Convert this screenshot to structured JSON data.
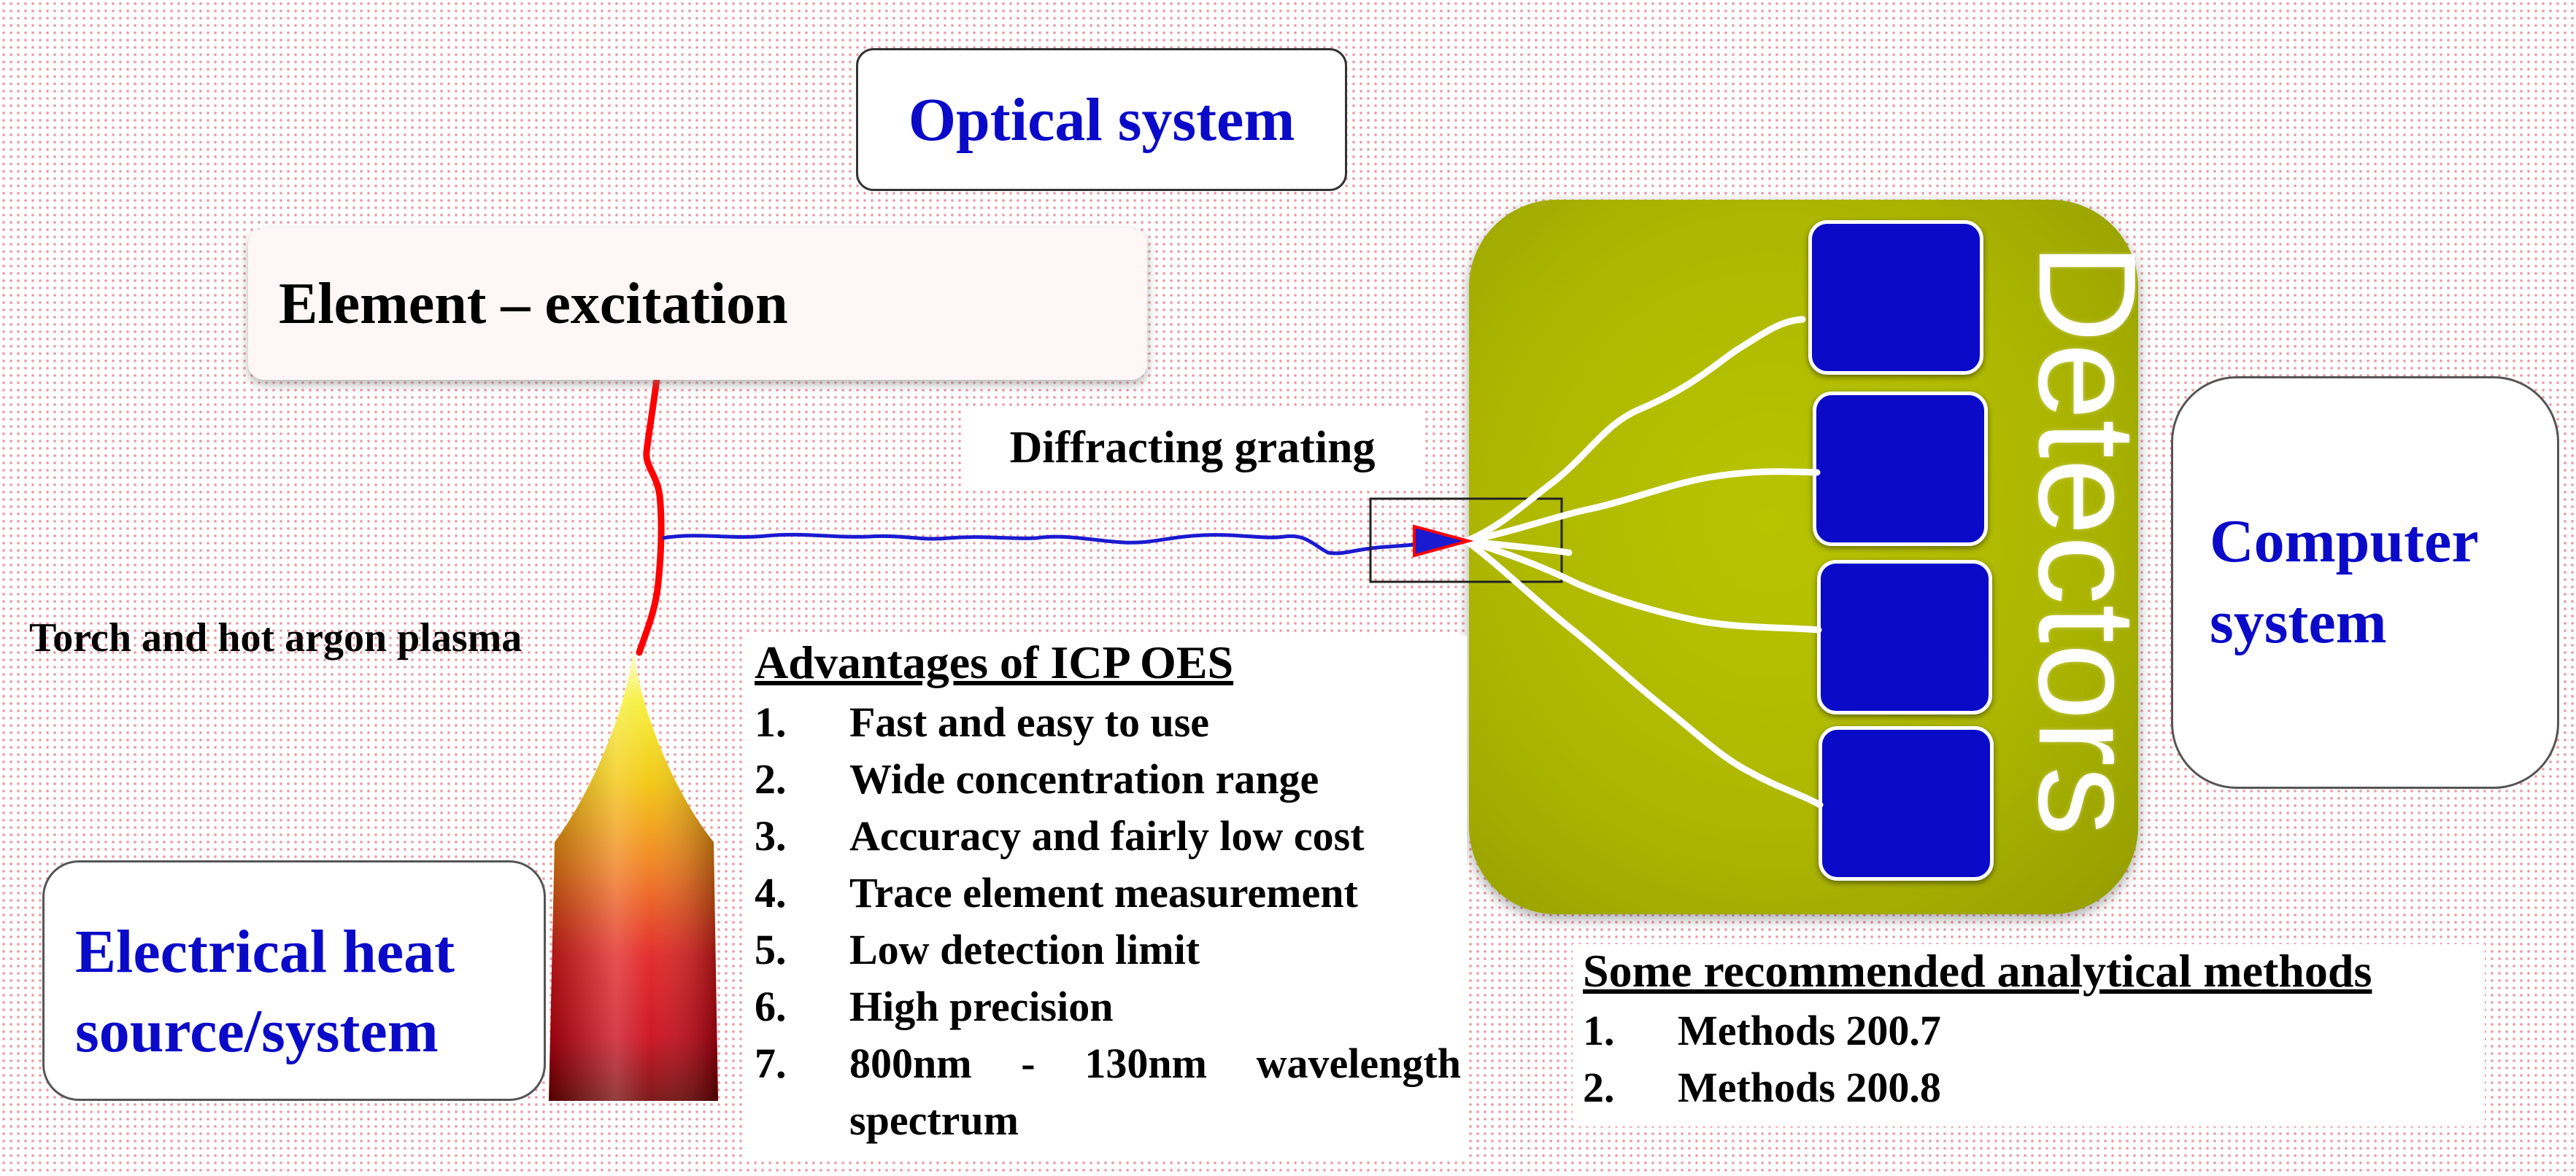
{
  "labels": {
    "optical_system": "Optical system",
    "element_excitation": "Element – excitation",
    "diffracting_grating": "Diffracting grating",
    "torch": "Torch and hot argon plasma",
    "detectors": "Detectors",
    "computer_system": "Computer system",
    "electrical_source": "Electrical heat source/system"
  },
  "advantages": {
    "title": "Advantages of ICP OES",
    "items": [
      {
        "num": "1.",
        "text": "Fast and easy to use"
      },
      {
        "num": "2.",
        "text": "Wide concentration range"
      },
      {
        "num": "3.",
        "text": "Accuracy and fairly low cost"
      },
      {
        "num": "4.",
        "text": "Trace element measurement"
      },
      {
        "num": "5.",
        "text": "Low detection limit"
      },
      {
        "num": "6.",
        "text": "High precision"
      },
      {
        "num": "7.",
        "text": "800nm - 130nm wavelength spectrum"
      }
    ]
  },
  "methods": {
    "title": "Some recommended analytical methods",
    "items": [
      {
        "num": "1.",
        "text": "Methods 200.7"
      },
      {
        "num": "2.",
        "text": "Methods 200.8"
      }
    ]
  },
  "colors": {
    "label_blue": "#0a0ac8",
    "detector_panel": "#b0bb00",
    "detector_block": "#0a0ac8",
    "emission_line": "#ff0000",
    "beam_line": "#1a1ad0",
    "background_dots": "#e9a0a6"
  }
}
